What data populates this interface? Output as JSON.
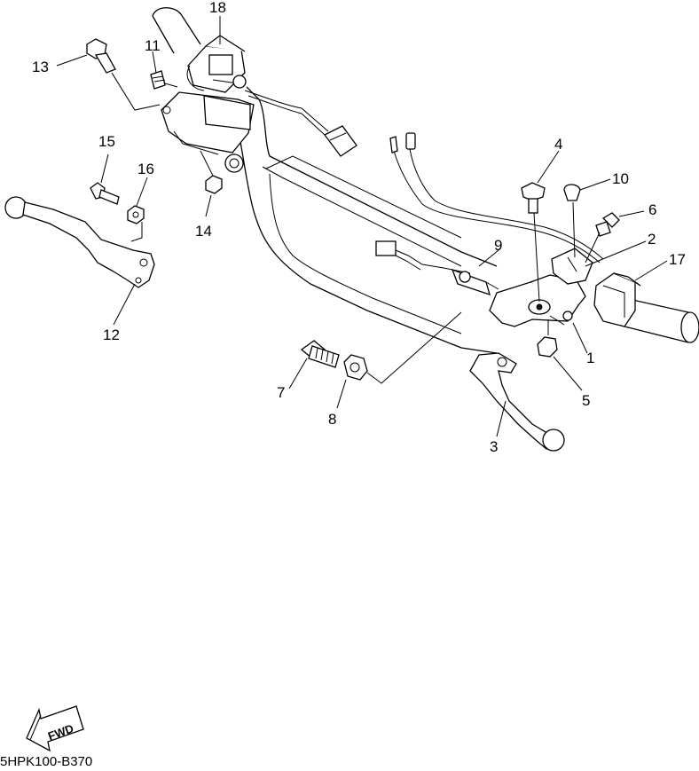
{
  "callouts": {
    "p1": "1",
    "p2": "2",
    "p3": "3",
    "p4": "4",
    "p5": "5",
    "p6": "6",
    "p7": "7",
    "p8": "8",
    "p9": "9",
    "p10": "10",
    "p11": "11",
    "p12": "12",
    "p13": "13",
    "p14": "14",
    "p15": "15",
    "p16": "16",
    "p17": "17",
    "p18": "18"
  },
  "fwd_label": "FWD",
  "diagram_code": "5HPK100-B370"
}
